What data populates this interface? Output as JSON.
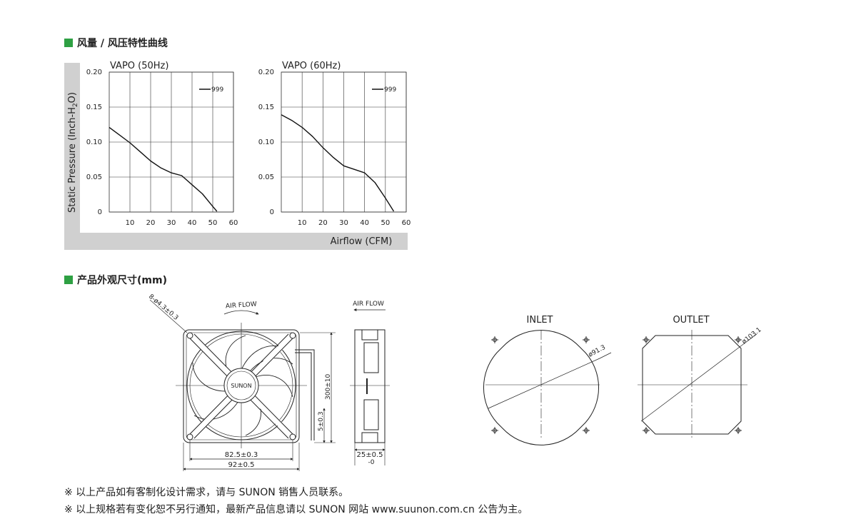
{
  "sections": {
    "curves_title": "风量 / 风压特性曲线",
    "dimensions_title": "产品外观尺寸(mm)"
  },
  "chart_data": [
    {
      "type": "line",
      "title": "VAPO (50Hz)",
      "xlabel": "Airflow (CFM)",
      "ylabel": "Static Pressure (Inch-H2O)",
      "xlim": [
        0,
        60
      ],
      "ylim": [
        0,
        0.2
      ],
      "xticks": [
        "10",
        "20",
        "30",
        "40",
        "50",
        "60"
      ],
      "yticks": [
        "0",
        "0.05",
        "0.10",
        "0.15",
        "0.20"
      ],
      "grid": true,
      "legend_position": "top-right",
      "series": [
        {
          "name": "999",
          "x": [
            0,
            5,
            10,
            15,
            20,
            25,
            30,
            35,
            40,
            45,
            50,
            52
          ],
          "y": [
            0.121,
            0.11,
            0.099,
            0.086,
            0.073,
            0.063,
            0.056,
            0.052,
            0.039,
            0.026,
            0.008,
            0.001
          ]
        }
      ]
    },
    {
      "type": "line",
      "title": "VAPO (60Hz)",
      "xlabel": "Airflow (CFM)",
      "ylabel": "Static Pressure (Inch-H2O)",
      "xlim": [
        0,
        60
      ],
      "ylim": [
        0,
        0.2
      ],
      "xticks": [
        "10",
        "20",
        "30",
        "40",
        "50",
        "60"
      ],
      "yticks": [
        "0",
        "0.05",
        "0.10",
        "0.15",
        "0.20"
      ],
      "grid": true,
      "legend_position": "top-right",
      "series": [
        {
          "name": "999",
          "x": [
            0,
            5,
            10,
            15,
            20,
            25,
            30,
            35,
            40,
            45,
            50,
            54
          ],
          "y": [
            0.139,
            0.131,
            0.121,
            0.108,
            0.092,
            0.078,
            0.066,
            0.061,
            0.056,
            0.042,
            0.02,
            0.001
          ]
        }
      ]
    }
  ],
  "axis_labels": {
    "ylabel_main": "Static Pressure (Inch-H",
    "ylabel_sub": "2",
    "ylabel_end": "O)",
    "xlabel": "Airflow (CFM)"
  },
  "drawing": {
    "hole_label": "8-ø4.3±0.3",
    "airflow_front": "AIR FLOW",
    "airflow_side": "AIR FLOW",
    "brand": "SUNON",
    "dim_mount": "82.5±0.3",
    "dim_size": "92±0.5",
    "dim_cable": "300±10",
    "dim_strip": "5±0.3",
    "dim_depth": "25±0.5",
    "dim_depth_tol": "-0",
    "inlet_title": "INLET",
    "inlet_dia": "ø91.3",
    "outlet_title": "OUTLET",
    "outlet_dia": "ø103.1"
  },
  "notes": [
    "※ 以上产品如有客制化设计需求，请与 SUNON 销售人员联系。",
    "※ 以上规格若有变化恕不另行通知，最新产品信息请以 SUNON 网站 www.suunon.com.cn 公告为主。"
  ]
}
